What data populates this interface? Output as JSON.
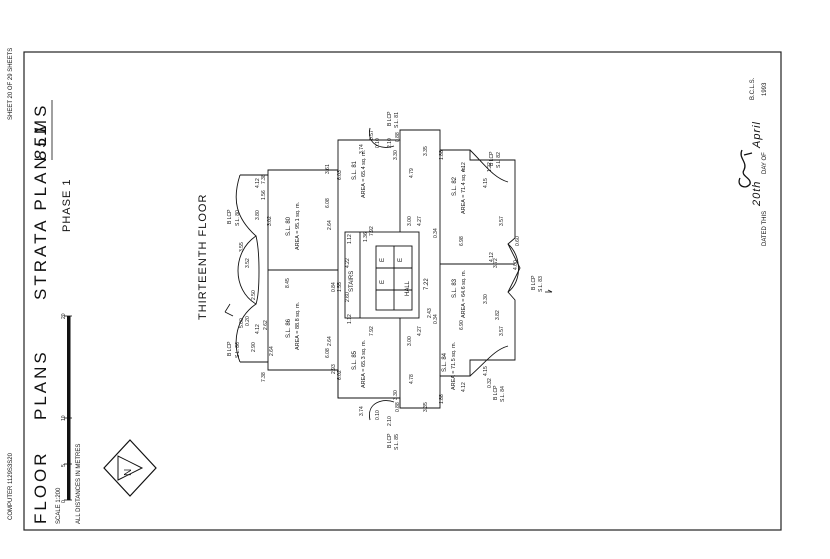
{
  "sheet_number": "SHEET 20 OF 29 SHEETS",
  "computer_number": "COMPUTER 1129S3S20",
  "title_left": "FLOOR",
  "title_right": "PLANS",
  "plan_title": "STRATA PLAN LMS",
  "plan_number": "851",
  "phase": "PHASE 1",
  "floor_label": "THIRTEENTH FLOOR",
  "scale": "SCALE 1:200",
  "scale_ticks": [
    "0",
    "5",
    "10",
    "20"
  ],
  "distances_note": "ALL DISTANCES IN METRES",
  "dated_prefix": "DATED THIS",
  "dated_day": "20th",
  "dated_mid": "DAY OF",
  "dated_month": "April",
  "dated_year": "1993",
  "surveyor_suffix": "B.C.L.S.",
  "north_letter": "N",
  "core": {
    "hall": "HALL",
    "stairs": "STAIRS",
    "e1": "E",
    "e2": "E",
    "e3": "E",
    "hall_dim": "7.22"
  },
  "units": [
    {
      "name": "S.L. 80",
      "area": "AREA = 95.1 sq. m."
    },
    {
      "name": "S.L. 81",
      "area": "AREA = 65.4 sq. m."
    },
    {
      "name": "S.L. 82",
      "area": "AREA = 71.4 sq. m."
    },
    {
      "name": "S.L. 83",
      "area": "AREA = 64.6 sq. m."
    },
    {
      "name": "S.L. 84",
      "area": "AREA = 71.5 sq. m."
    },
    {
      "name": "S.L. 85",
      "area": "AREA = 65.3 sq. m."
    },
    {
      "name": "S.L. 86",
      "area": "AREA = 88.8 sq. m."
    }
  ],
  "lcp": {
    "lcp80": [
      "B LCP",
      "S.L. 80"
    ],
    "lcp81": [
      "B LCP",
      "S.L. 81"
    ],
    "lcp82": [
      "B LCP",
      "S.L. 82"
    ],
    "lcp83": [
      "B LCP",
      "S.L. 83"
    ],
    "lcp84": [
      "B LCP",
      "S.L. 84"
    ],
    "lcp85": [
      "B LCP",
      "S.L. 85"
    ],
    "lcp86": [
      "B LCP",
      "S.L. 86"
    ]
  },
  "dims": {
    "d738a": "7.38",
    "d738b": "7.38",
    "d603": "6.03",
    "d602": "6.02",
    "d361": "3.61",
    "d264a": "2.64",
    "d264b": "2.64",
    "d264c": "2.64",
    "d293": "2.93",
    "d845": "8.45",
    "d608a": "6.08",
    "d608b": "6.08",
    "d792a": "7.92",
    "d792b": "7.92",
    "d479": "4.79",
    "d478": "4.78",
    "d300a": "3.00",
    "d300b": "3.00",
    "d427a": "4.27",
    "d427b": "4.27",
    "d412a": "4.12",
    "d412b": "4.12",
    "d412c": "4.12",
    "d412d": "4.12",
    "d357a": "3.57",
    "d357b": "3.57",
    "d372": "3.72",
    "d330a": "3.30",
    "d330b": "3.30",
    "d330c": "3.30",
    "d335a": "3.35",
    "d335b": "3.35",
    "d188a": "1.88",
    "d188b": "1.88",
    "d698": "6.98",
    "d690": "6.90",
    "d422": "4.22",
    "d260": "2.60",
    "d084": "0.84",
    "d155": "1.55",
    "d034a": "0.34",
    "d034b": "0.34",
    "d243": "2.43",
    "d374a": "3.74",
    "d374b": "3.74",
    "d415a": "4.15",
    "d415b": "4.15",
    "d412e": "4.12",
    "d400": "4.00",
    "d060": "0.60",
    "d112a": "1.12",
    "d112b": "1.12",
    "d382": "3.82",
    "d352": "3.52",
    "d250": "2.50",
    "d210a": "2.10",
    "d210b": "2.10",
    "d057": "0.57",
    "d088a": "0.88",
    "d088b": "0.88",
    "d010a": "0.10",
    "d010b": "0.10",
    "d500": "5.00",
    "d020": "0.20",
    "d302": "3.02",
    "d156": "1.56",
    "d380": "3.80",
    "d262": "2.62",
    "d290": "2.90",
    "d122": "1.22",
    "d032": "0.32",
    "d136": "1.36",
    "d355": "3.55"
  }
}
